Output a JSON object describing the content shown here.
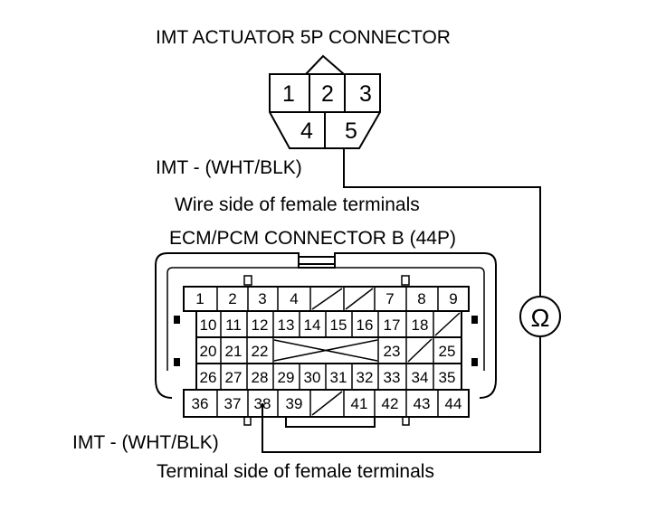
{
  "labels": {
    "actuator_title": "IMT ACTUATOR 5P CONNECTOR",
    "imt_top": "IMT -  (WHT/BLK)",
    "wire_side": "Wire side of female terminals",
    "ecm_title": "ECM/PCM CONNECTOR B (44P)",
    "imt_bottom": "IMT -  (WHT/BLK)",
    "terminal_side": "Terminal side of female terminals",
    "ohm_symbol": "Ω"
  },
  "actuator_pins": [
    "1",
    "2",
    "3",
    "4",
    "5"
  ],
  "ecm_rows": [
    [
      "1",
      "2",
      "3",
      "4",
      "",
      "",
      "7",
      "8",
      "9"
    ],
    [
      "10",
      "11",
      "12",
      "13",
      "14",
      "15",
      "16",
      "17",
      "18",
      ""
    ],
    [
      "20",
      "21",
      "22",
      "",
      "23",
      "",
      "25"
    ],
    [
      "26",
      "27",
      "28",
      "29",
      "30",
      "31",
      "32",
      "33",
      "34",
      "35"
    ],
    [
      "36",
      "37",
      "38",
      "39",
      "",
      "41",
      "42",
      "43",
      "44"
    ]
  ]
}
